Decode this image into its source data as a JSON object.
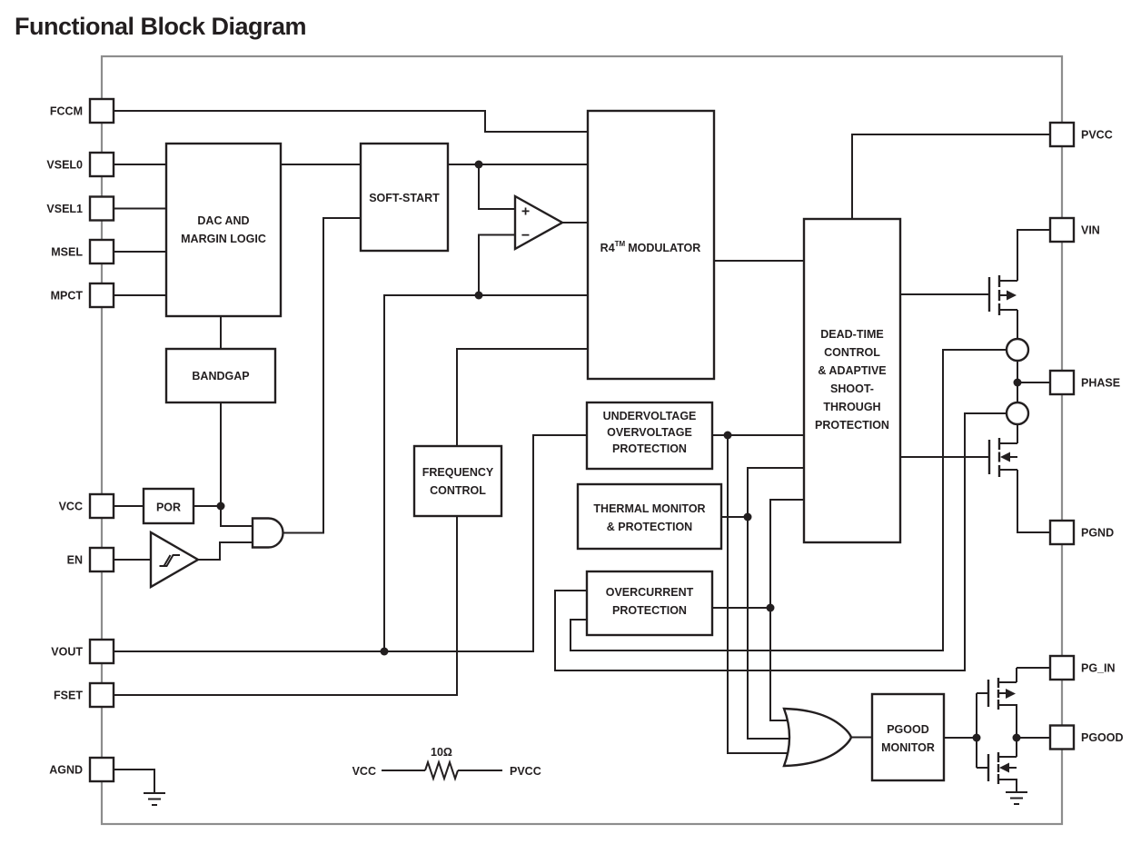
{
  "title": "Functional Block Diagram",
  "colors": {
    "wire": "#231f20",
    "border": "#8d8d8d",
    "background": "#ffffff"
  },
  "pins": {
    "left": [
      {
        "label": "FCCM"
      },
      {
        "label": "VSEL0"
      },
      {
        "label": "VSEL1"
      },
      {
        "label": "MSEL"
      },
      {
        "label": "MPCT"
      },
      {
        "label": "VCC"
      },
      {
        "label": "EN"
      },
      {
        "label": "VOUT"
      },
      {
        "label": "FSET"
      },
      {
        "label": "AGND"
      }
    ],
    "right": [
      {
        "label": "PVCC"
      },
      {
        "label": "VIN"
      },
      {
        "label": "PHASE"
      },
      {
        "label": "PGND"
      },
      {
        "label": "PG_IN"
      },
      {
        "label": "PGOOD"
      }
    ]
  },
  "blocks": {
    "dac": {
      "lines": [
        "DAC AND",
        "MARGIN LOGIC"
      ]
    },
    "soft_start": {
      "label": "SOFT-START"
    },
    "bandgap": {
      "label": "BANDGAP"
    },
    "por": {
      "label": "POR"
    },
    "r4": {
      "prefix": "R4",
      "sup": "TM",
      "suffix": "MODULATOR"
    },
    "frequency": {
      "lines": [
        "FREQUENCY",
        "CONTROL"
      ]
    },
    "uv_ov": {
      "lines": [
        "UNDERVOLTAGE",
        "OVERVOLTAGE",
        "PROTECTION"
      ]
    },
    "thermal": {
      "lines": [
        "THERMAL MONITOR",
        "& PROTECTION"
      ]
    },
    "overcurrent": {
      "lines": [
        "OVERCURRENT",
        "PROTECTION"
      ]
    },
    "dead_time": {
      "lines": [
        "DEAD-TIME",
        "CONTROL",
        "& ADAPTIVE",
        "SHOOT-",
        "THROUGH",
        "PROTECTION"
      ]
    },
    "pgood_monitor": {
      "lines": [
        "PGOOD",
        "MONITOR"
      ]
    }
  },
  "comparator": {
    "plus": "+",
    "minus": "−"
  },
  "resistor_note": {
    "left": "VCC",
    "value": "10Ω",
    "right": "PVCC"
  }
}
